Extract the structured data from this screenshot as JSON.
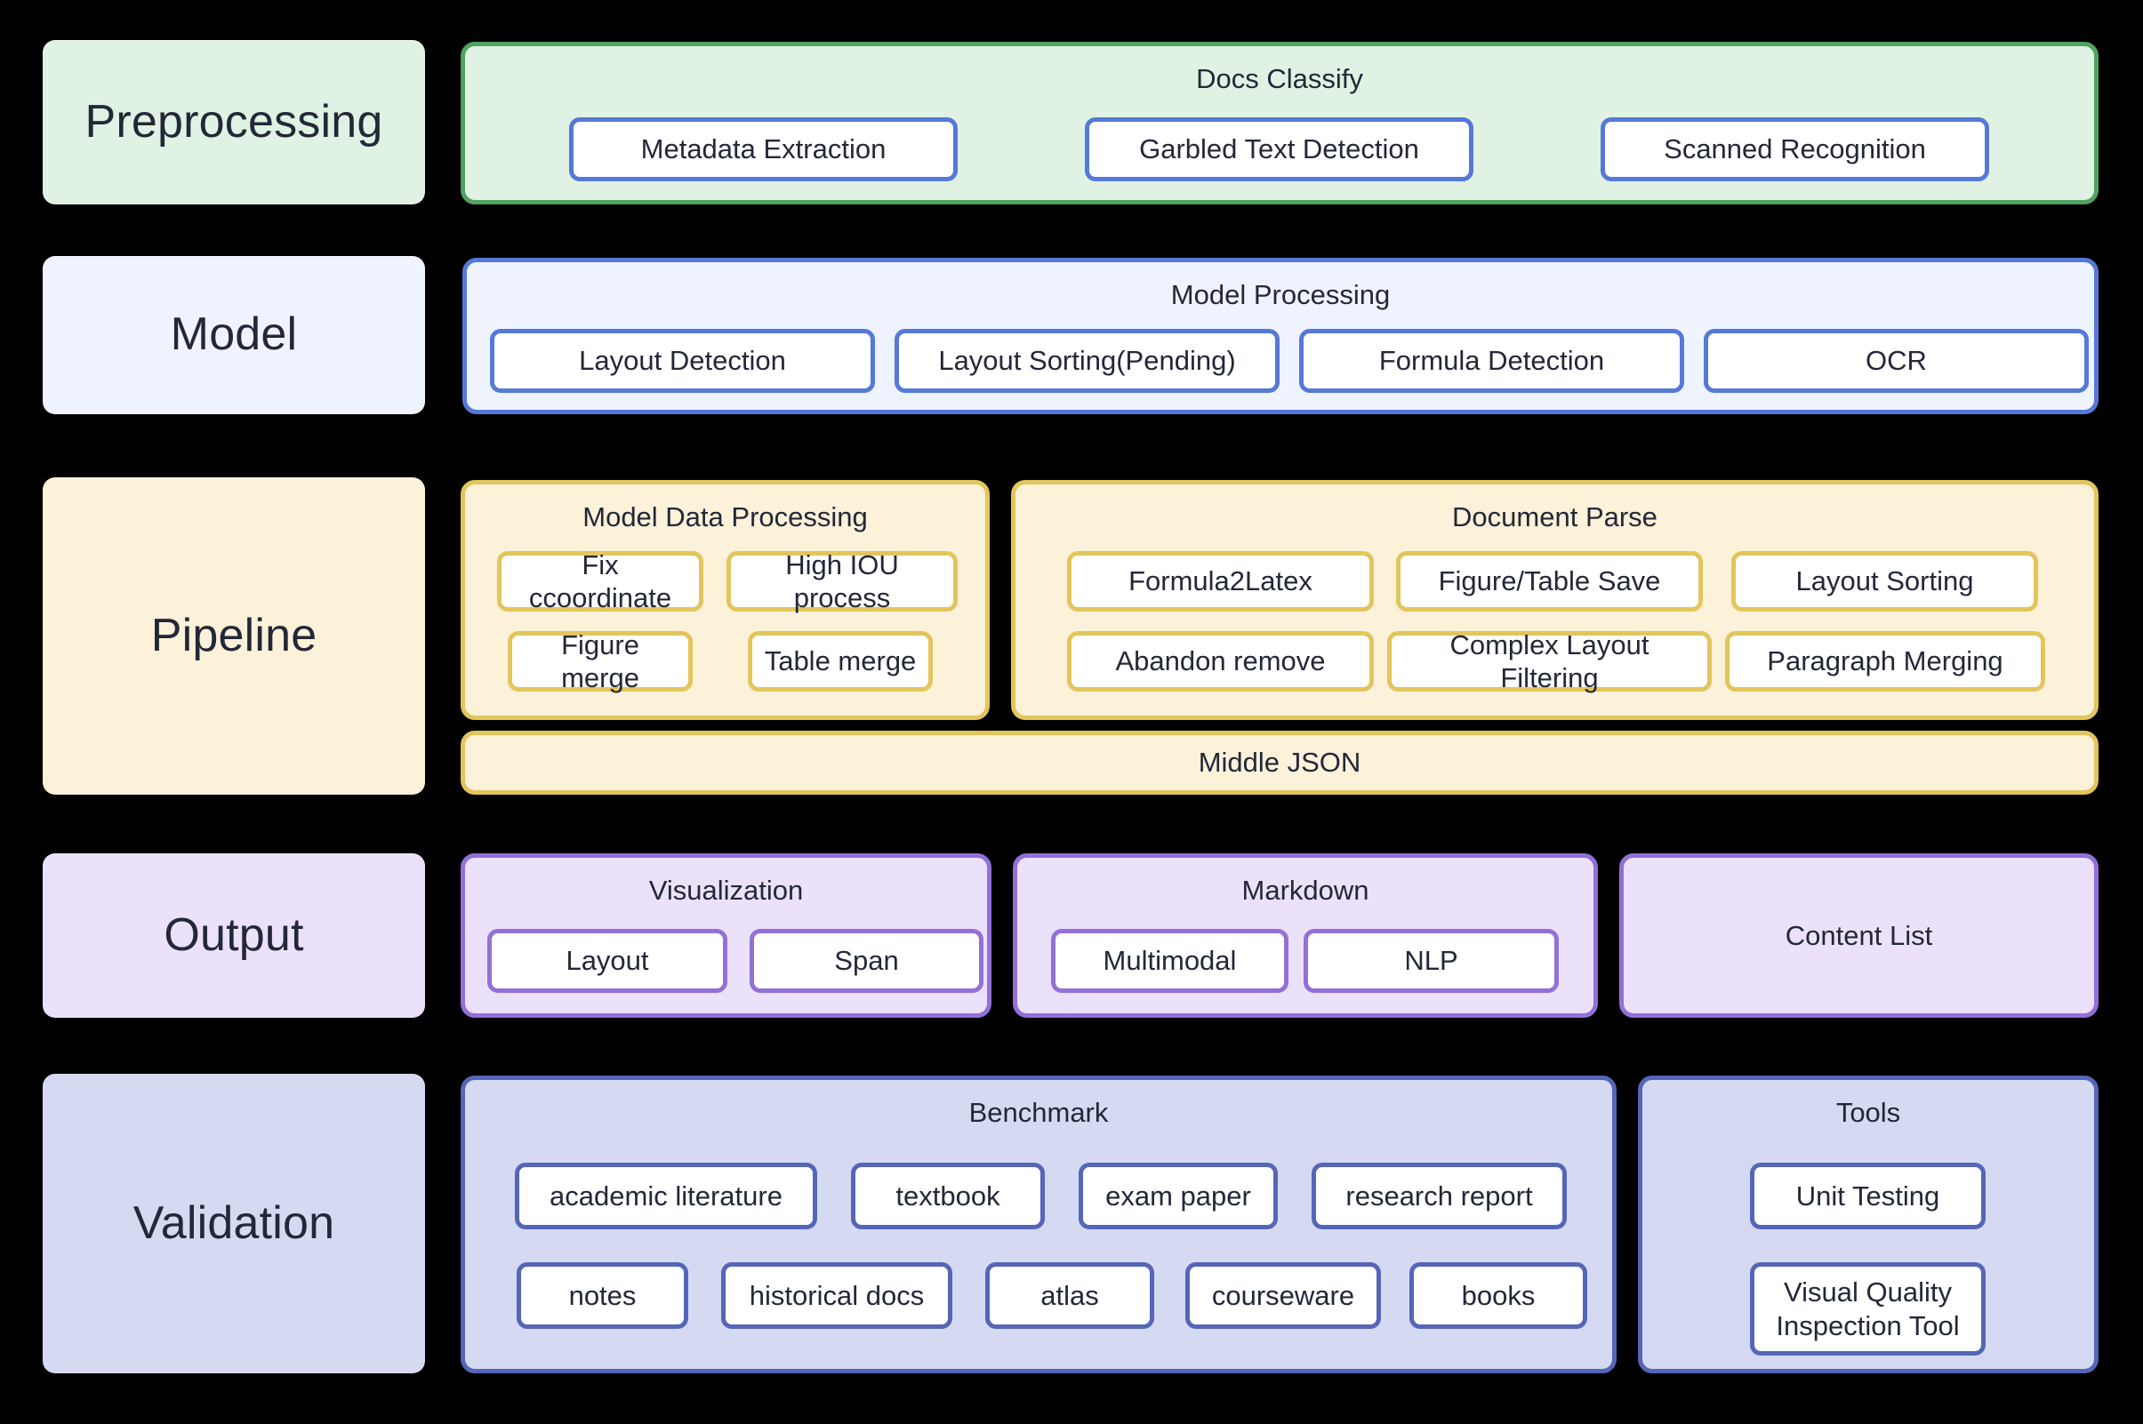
{
  "diagram": {
    "title": "Document Parsing Pipeline Architecture",
    "colors": {
      "preprocessing_fill": "#e0f2e3",
      "preprocessing_border": "#50a263",
      "model_fill": "#eff3fe",
      "model_border": "#5579d8",
      "pipeline_fill": "#fcf1d9",
      "pipeline_border": "#e2c55c",
      "output_fill": "#ebe1fb",
      "output_border": "#9370d8",
      "validation_fill": "#d5daf2",
      "validation_border": "#5566b8",
      "background": "#000000",
      "chip_fill": "#ffffff",
      "text": "#232838"
    },
    "rows": [
      {
        "stage": "Preprocessing",
        "groups": [
          {
            "title": "Docs Classify",
            "items": [
              "Metadata Extraction",
              "Garbled Text Detection",
              "Scanned Recognition"
            ]
          }
        ]
      },
      {
        "stage": "Model",
        "groups": [
          {
            "title": "Model Processing",
            "items": [
              "Layout Detection",
              "Layout Sorting(Pending)",
              "Formula Detection",
              "OCR"
            ]
          }
        ]
      },
      {
        "stage": "Pipeline",
        "groups": [
          {
            "title": "Model Data Processing",
            "items": [
              "Fix ccoordinate",
              "High IOU process",
              "Figure merge",
              "Table merge"
            ]
          },
          {
            "title": "Document Parse",
            "items": [
              "Formula2Latex",
              "Figure/Table Save",
              "Layout Sorting",
              "Abandon remove",
              "Complex Layout Filtering",
              "Paragraph Merging"
            ]
          },
          {
            "title": "Middle JSON",
            "items": []
          }
        ]
      },
      {
        "stage": "Output",
        "groups": [
          {
            "title": "Visualization",
            "items": [
              "Layout",
              "Span"
            ]
          },
          {
            "title": "Markdown",
            "items": [
              "Multimodal",
              "NLP"
            ]
          },
          {
            "title": "Content List",
            "items": []
          }
        ]
      },
      {
        "stage": "Validation",
        "groups": [
          {
            "title": "Benchmark",
            "items": [
              "academic literature",
              "textbook",
              "exam paper",
              "research report",
              "notes",
              "historical docs",
              "atlas",
              "courseware",
              "books"
            ]
          },
          {
            "title": "Tools",
            "items": [
              "Unit Testing",
              "Visual Quality Inspection Tool"
            ]
          }
        ]
      }
    ]
  }
}
